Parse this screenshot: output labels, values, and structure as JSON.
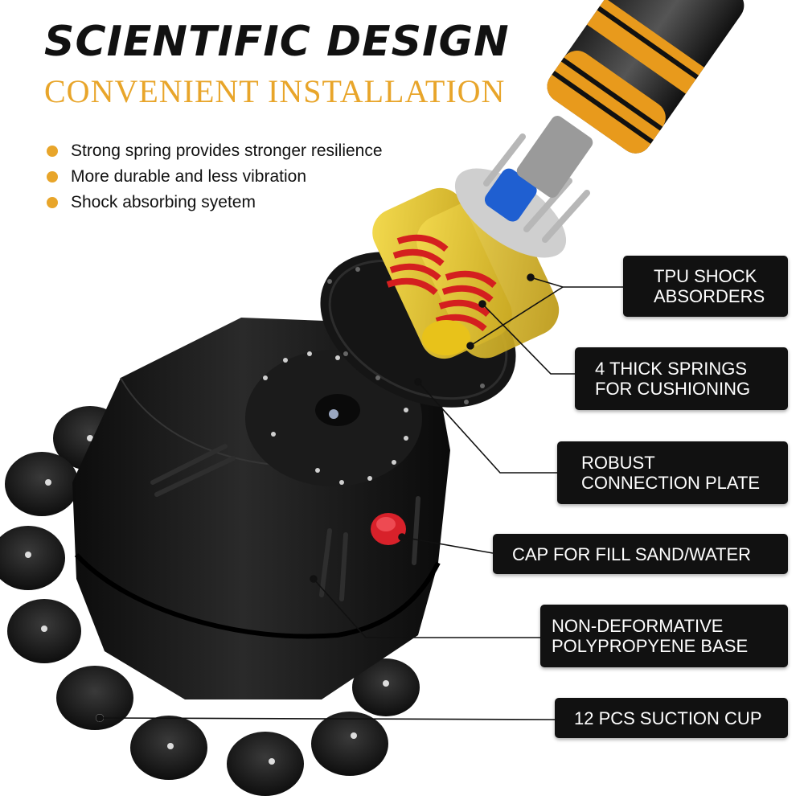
{
  "header": {
    "title": "SCIENTIFIC DESIGN",
    "subtitle": "CONVENIENT INSTALLATION"
  },
  "features": [
    "Strong spring provides stronger resilience",
    "More durable and less vibration",
    "Shock absorbing syetem"
  ],
  "callouts": [
    {
      "text": "TPU SHOCK\nABSORDERS"
    },
    {
      "text": "4 THICK SPRINGS\nFOR CUSHIONING"
    },
    {
      "text": "ROBUST\nCONNECTION PLATE"
    },
    {
      "text": "CAP FOR FILL SAND/WATER"
    },
    {
      "text": "NON-DEFORMATIVE\nPOLYPROPYENE BASE"
    },
    {
      "text": "12 PCS SUCTION CUP"
    }
  ],
  "colors": {
    "accent": "#e8a52a",
    "label_background": "#111111",
    "label_text": "#ffffff",
    "base": "#161616",
    "tpu_absorber": "#e8c21a",
    "spring": "#d41f1f",
    "fill_cap": "#d8212a",
    "pole_stripe": "#e89a1c"
  },
  "icons": {
    "bullet": "bullet-dot-icon"
  }
}
